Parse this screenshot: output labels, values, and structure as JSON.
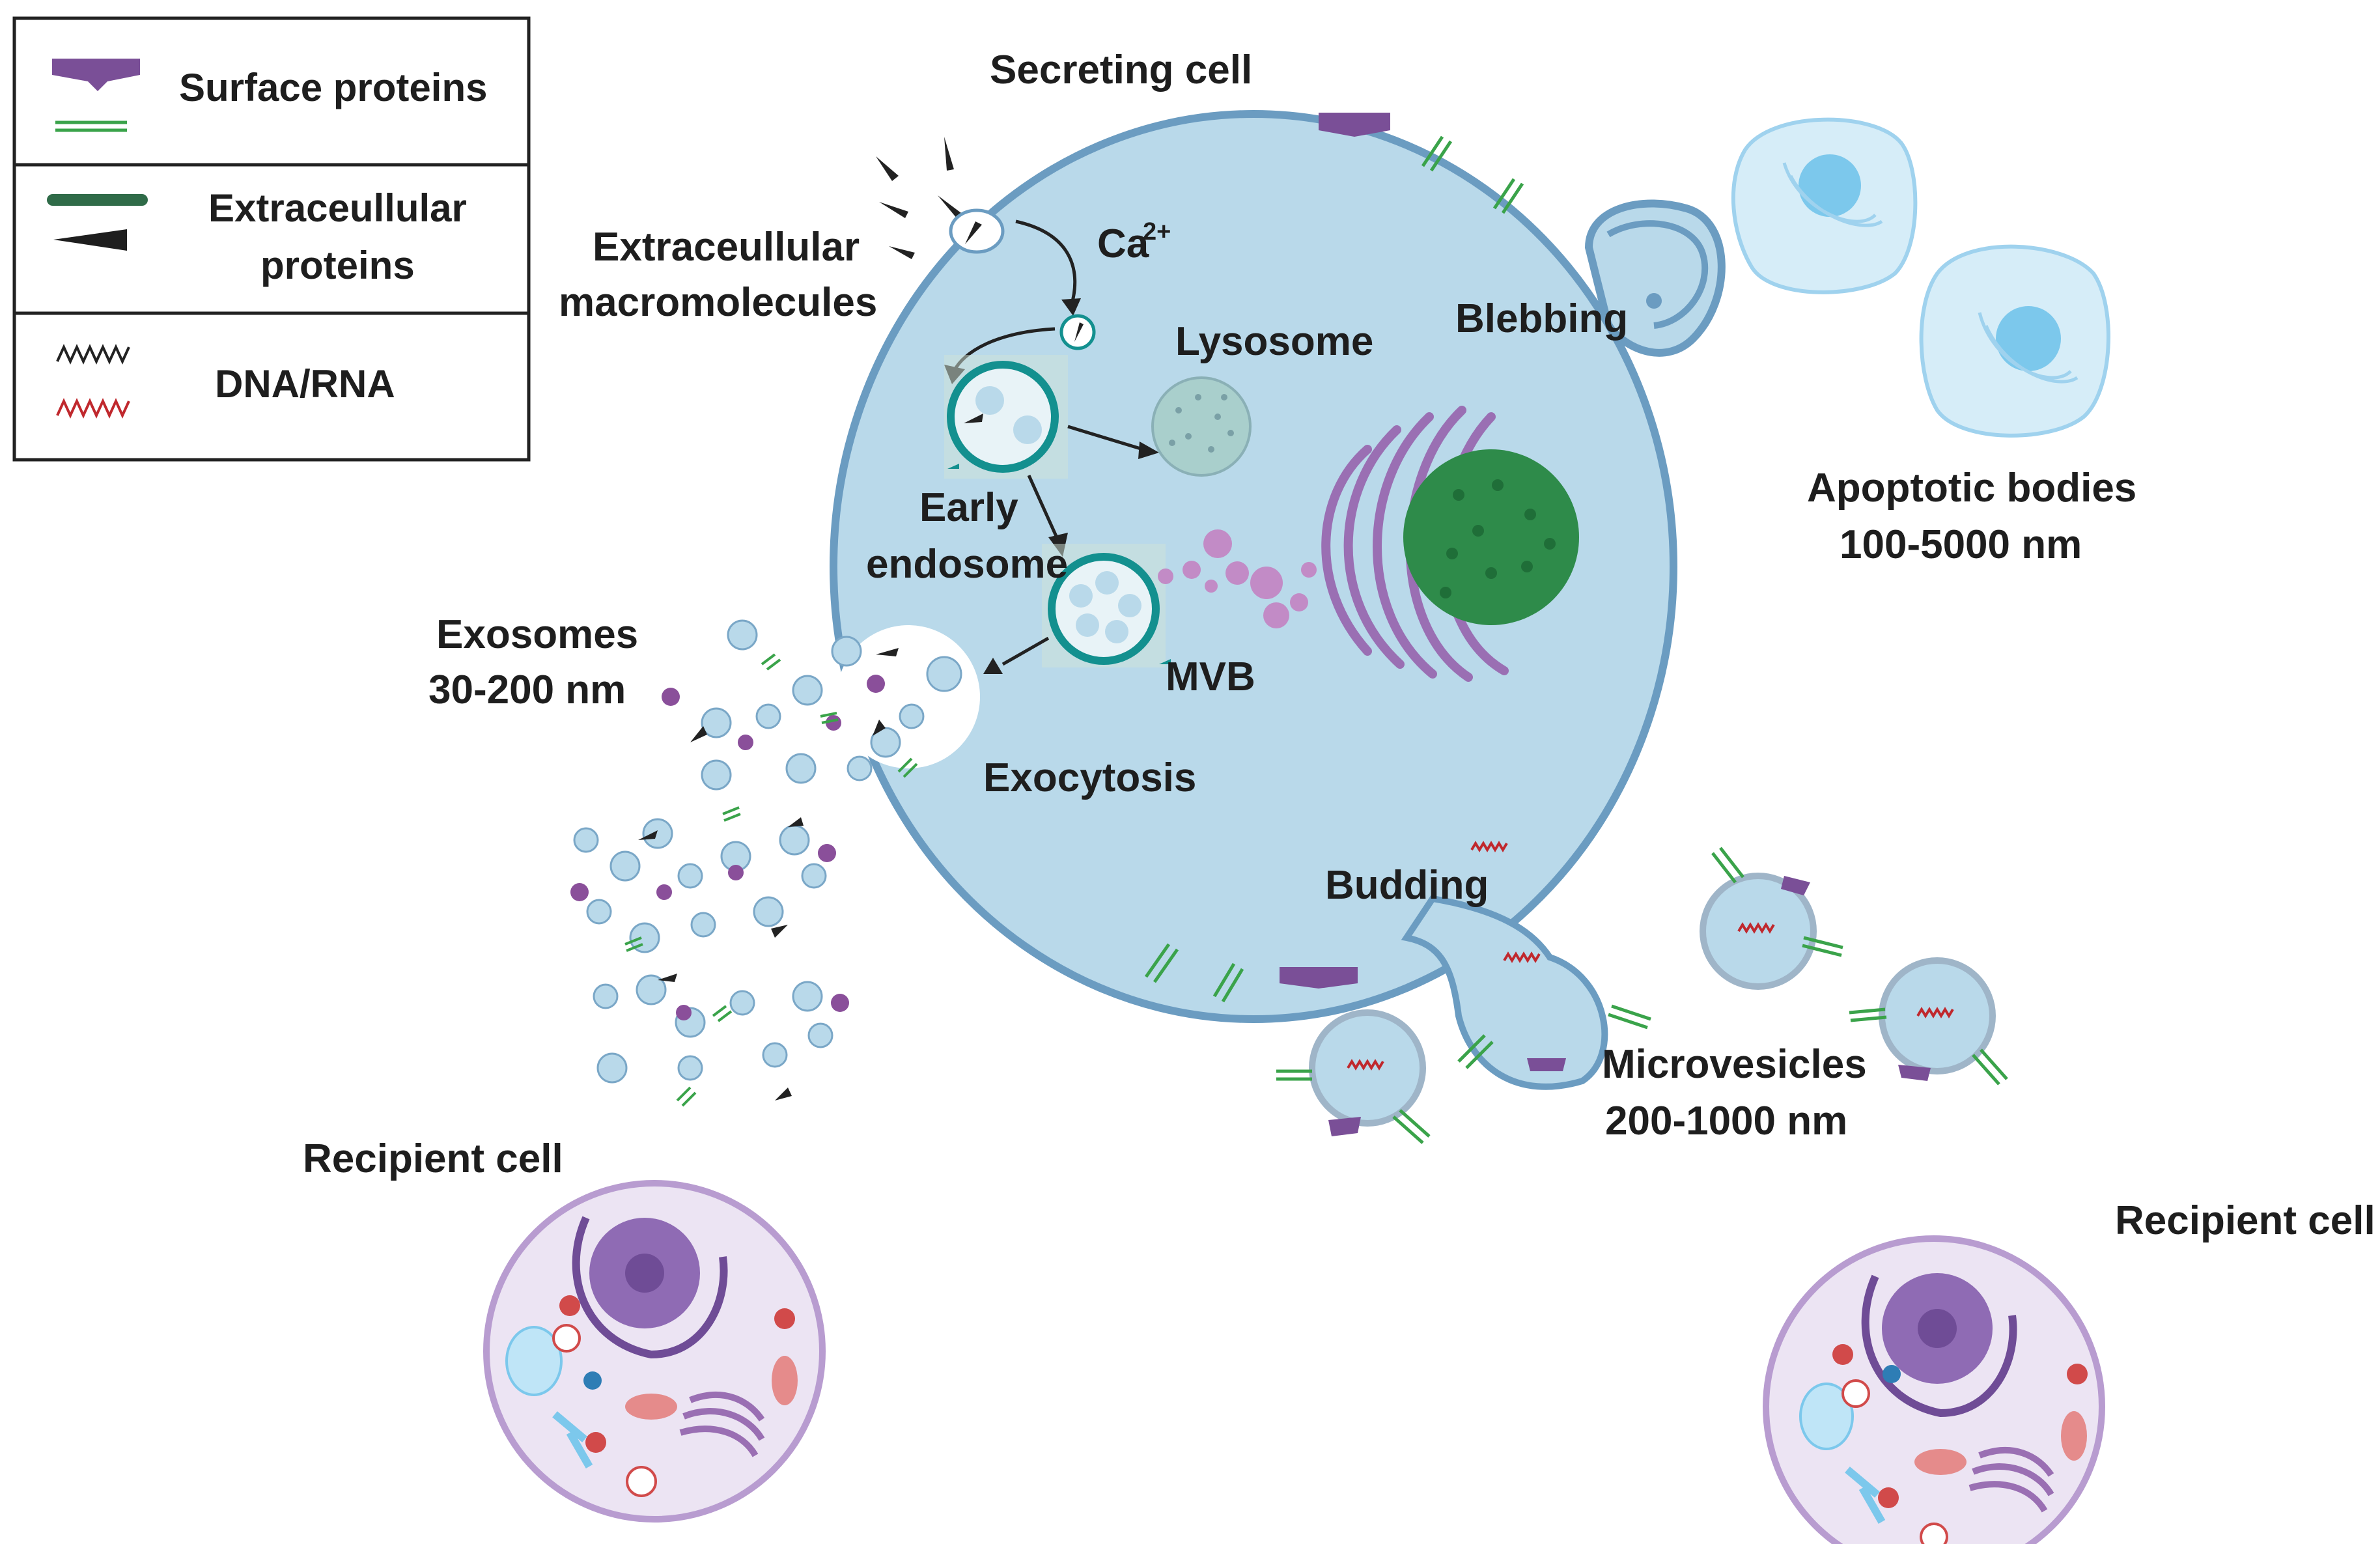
{
  "legend": {
    "surface_proteins": "Surface proteins",
    "extracellular_proteins_line1": "Extraceullular",
    "extracellular_proteins_line2": "proteins",
    "dna_rna": "DNA/RNA"
  },
  "labels": {
    "secreting_cell": "Secreting cell",
    "extracellular_macromolecules_line1": "Extraceullular",
    "extracellular_macromolecules_line2": "macromolecules",
    "ca": "Ca",
    "ca_charge": "2+",
    "lysosome": "Lysosome",
    "blebbing": "Blebbing",
    "early_endosome_line1": "Early",
    "early_endosome_line2": "endosome",
    "mvb": "MVB",
    "exosomes_line1": "Exosomes",
    "exosomes_line2": "30-200 nm",
    "exocytosis": "Exocytosis",
    "budding": "Budding",
    "apoptotic_bodies_line1": "Apoptotic bodies",
    "apoptotic_bodies_line2": "100-5000 nm",
    "microvesicles_line1": "Microvesicles",
    "microvesicles_line2": "200-1000 nm",
    "recipient_cell_left": "Recipient cell",
    "recipient_cell_right": "Recipient cell"
  },
  "colors": {
    "cell_fill": "#b9d9ea",
    "cell_stroke": "#6b9cc1",
    "surface_protein": "#7a4f97",
    "extracellular_protein_green": "#2f6b48",
    "green_marker": "#3aa34a",
    "dna_red": "#c0282d",
    "nucleus": "#2e8b4a",
    "golgi": "#9a6fb3",
    "endosome_ring": "#13908f",
    "recipient_fill": "#ece4f3",
    "recipient_stroke": "#b89cd0"
  }
}
